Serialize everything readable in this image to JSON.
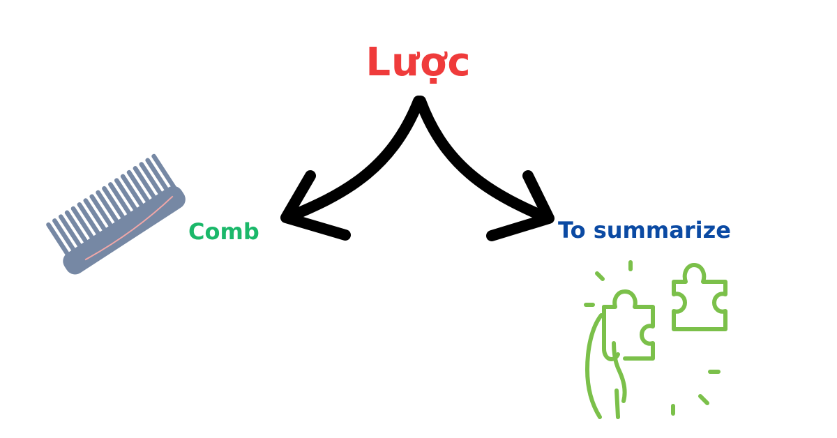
{
  "title": {
    "text": "Lược",
    "color": "#ef3b3b"
  },
  "branches": [
    {
      "label": "Comb",
      "color": "#1bb86a"
    },
    {
      "label": "To summarize",
      "color": "#0b4aa3"
    }
  ],
  "icons": {
    "left": "comb-icon",
    "right": "hand-puzzle-icon"
  },
  "colors": {
    "arrow": "#000000",
    "comb": "#7688a4",
    "comb_accent": "#f2a7a7",
    "puzzle": "#7bc04a"
  }
}
